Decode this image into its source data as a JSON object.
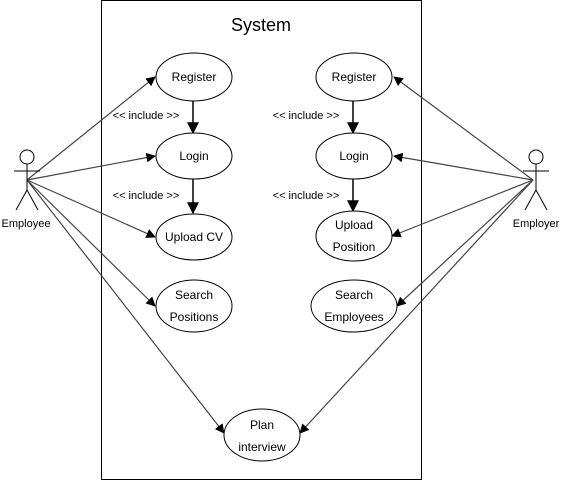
{
  "system": {
    "title": "System"
  },
  "actors": {
    "employee": {
      "label": "Employee"
    },
    "employer": {
      "label": "Employer"
    }
  },
  "use_cases": {
    "register_left": {
      "label": "Register"
    },
    "login_left": {
      "label": "Login"
    },
    "upload_cv": {
      "label": "Upload CV"
    },
    "search_positions": {
      "line1": "Search",
      "line2": "Positions"
    },
    "register_right": {
      "label": "Register"
    },
    "login_right": {
      "label": "Login"
    },
    "upload_position": {
      "line1": "Upload",
      "line2": "Position"
    },
    "search_employees": {
      "line1": "Search",
      "line2": "Employees"
    },
    "plan_interview": {
      "line1": "Plan",
      "line2": "interview"
    }
  },
  "relations": {
    "include_label": "<< include >>"
  },
  "colors": {
    "stroke": "#000000",
    "association_line": "#444444",
    "background": "#ffffff"
  }
}
